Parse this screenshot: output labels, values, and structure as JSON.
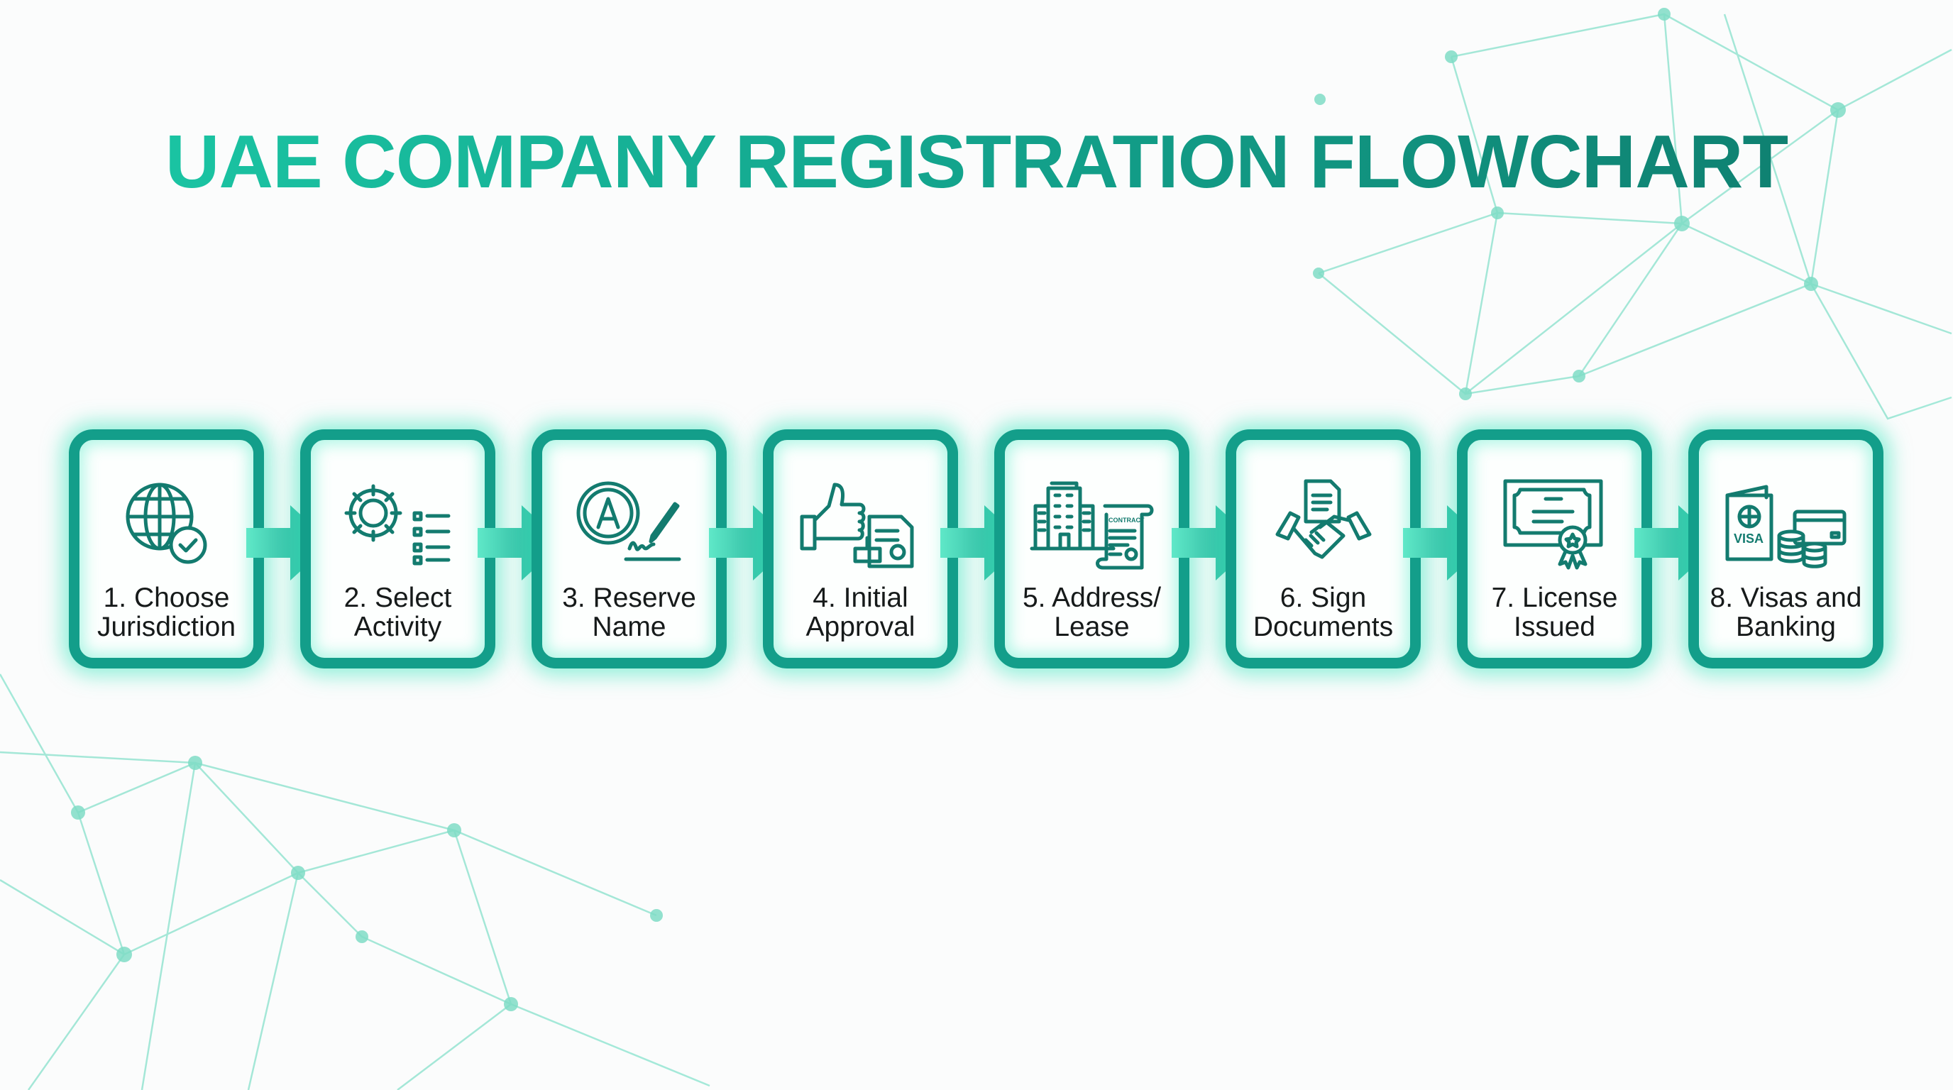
{
  "title": "UAE COMPANY REGISTRATION FLOWCHART",
  "colors": {
    "accent": "#139e8a",
    "title_start": "#1ccaa7",
    "title_end": "#0e7a6c",
    "icon": "#137b6f",
    "glow": "#3ce6be"
  },
  "steps": [
    {
      "line1": "1. Choose",
      "line2": "Jurisdiction",
      "icon": "globe-check-icon"
    },
    {
      "line1": "2. Select",
      "line2": "Activity",
      "icon": "gear-checklist-icon"
    },
    {
      "line1": "3. Reserve",
      "line2": "Name",
      "icon": "name-signature-icon"
    },
    {
      "line1": "4. Initial",
      "line2": "Approval",
      "icon": "thumbs-up-stamp-icon"
    },
    {
      "line1": "5. Address/",
      "line2": "Lease",
      "icon": "building-contract-icon",
      "icon_text": "CONTRACT"
    },
    {
      "line1": "6. Sign",
      "line2": "Documents",
      "icon": "handshake-document-icon"
    },
    {
      "line1": "7. License",
      "line2": "Issued",
      "icon": "certificate-icon"
    },
    {
      "line1": "8. Visas and",
      "line2": "Banking",
      "icon": "passport-card-coins-icon",
      "icon_text": "VISA"
    }
  ]
}
